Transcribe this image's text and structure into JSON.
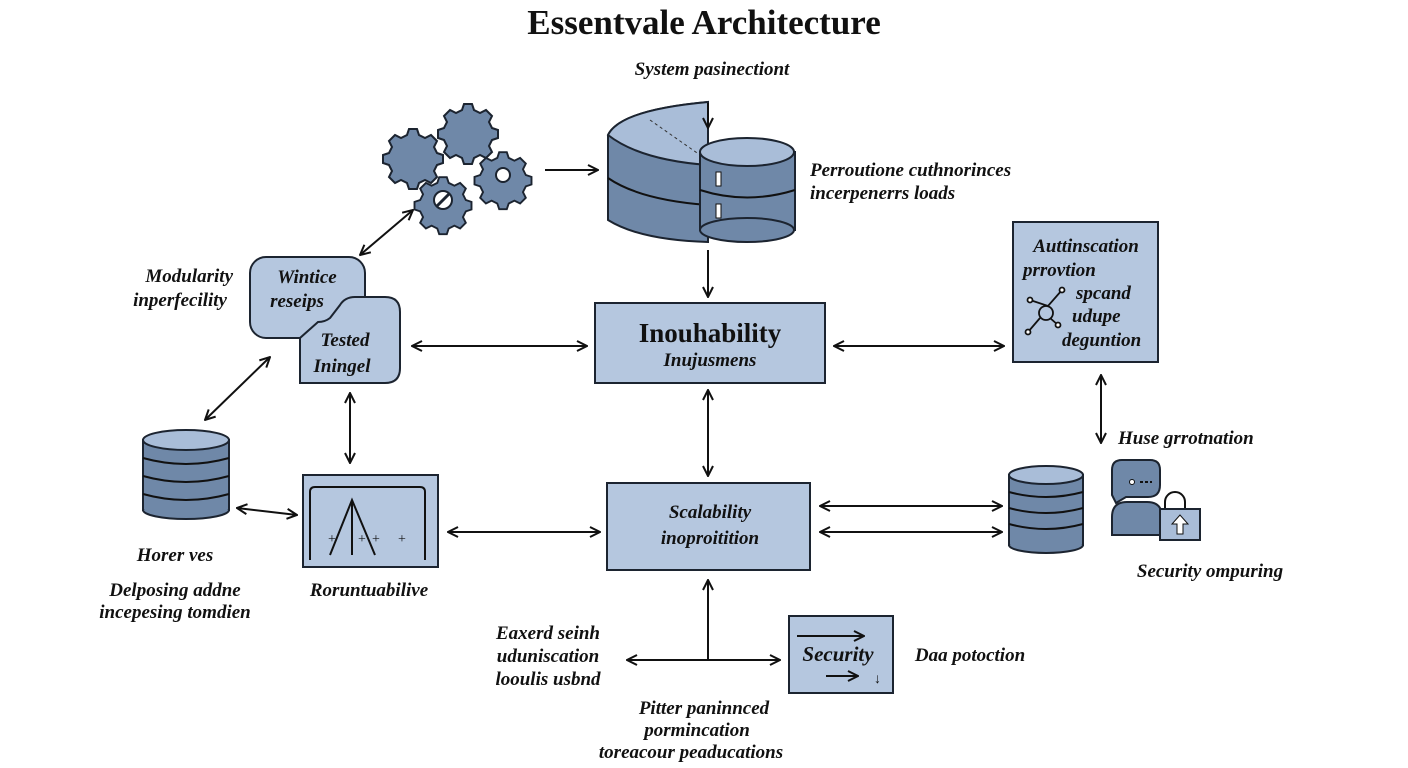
{
  "title": "Essentvale Architecture",
  "colors": {
    "box_fill": "#b5c7df",
    "icon_fill": "#6f88a8",
    "stroke": "#1c2430"
  },
  "top": {
    "label": "System pasinectiont",
    "side_text": [
      "Perroutione cuthnorinces",
      "incerpenerrs loads"
    ]
  },
  "center_box": {
    "title": "Inouhability",
    "subtitle": "Inujusmens"
  },
  "scalability_box": {
    "lines": [
      "Scalability",
      "inoproitition"
    ]
  },
  "auth_box": {
    "lines": [
      "Auttinscation",
      "prrovtion",
      "spcand",
      "udupe",
      "deguntion"
    ]
  },
  "right": {
    "label_top": "Huse grrotnation",
    "label_bottom": "Security ompuring"
  },
  "cards": {
    "back": [
      "Wintice",
      "reseips"
    ],
    "front": [
      "Tested",
      "Iningel"
    ]
  },
  "left": {
    "modularity": [
      "Modularity",
      "inperfecility"
    ],
    "db_labels": [
      "Horer ves",
      "Delposing addne",
      "incepesing tomdien"
    ]
  },
  "chart_panel": {
    "label": "Roruntuabilive"
  },
  "bottom": {
    "left_text": [
      "Eaxerd seinh",
      "uduniscation",
      "looulis usbnd"
    ],
    "security_box": "Security",
    "security_side": "Daa potoction",
    "footer": [
      "Pitter paninnced",
      "pormincation",
      "toreacour peaducations"
    ]
  },
  "icons": [
    "gear-icon",
    "database-icon",
    "disk-cylinder-icon",
    "network-icon",
    "user-icon",
    "lock-icon",
    "chart-panel-icon"
  ]
}
